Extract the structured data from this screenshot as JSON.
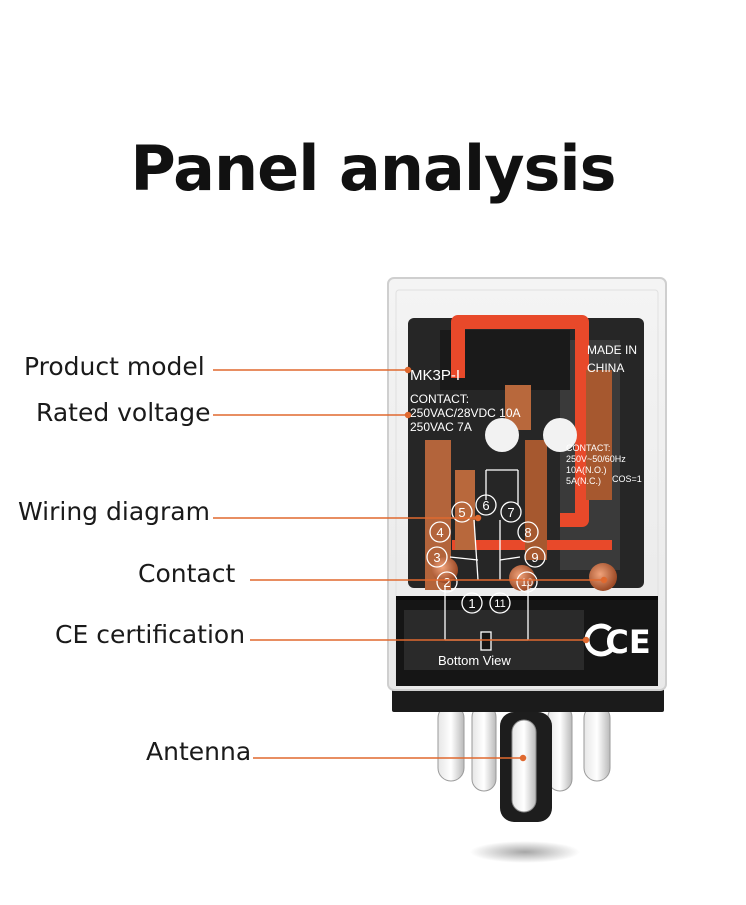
{
  "title": "Panel analysis",
  "labels": {
    "product_model": "Product model",
    "rated_voltage": "Rated voltage",
    "wiring_diagram": "Wiring diagram",
    "contact": "Contact",
    "ce_certification": "CE certification",
    "antenna": "Antenna"
  },
  "relay": {
    "model": "MK3P-I",
    "contact_heading": "CONTACT:",
    "rating_line1": "250VAC/28VDC  10A",
    "rating_line2": "250VAC 7A",
    "made_in_1": "MADE IN",
    "made_in_2": "CHINA",
    "side_contact": "CONTACT:",
    "side_line1": "250V~50/60Hz",
    "side_line2": "10A(N.O.)",
    "side_line3": "5A(N.C.)",
    "side_cos": "COS=1",
    "bottom_view": "Bottom View",
    "ce_mark": "CE",
    "pins": [
      "1",
      "2",
      "3",
      "4",
      "5",
      "6",
      "7",
      "8",
      "9",
      "10",
      "11"
    ]
  },
  "colors": {
    "leader_line": "#e0692f",
    "relay_frame": "#e8492a",
    "copper": "#c46a3f"
  }
}
